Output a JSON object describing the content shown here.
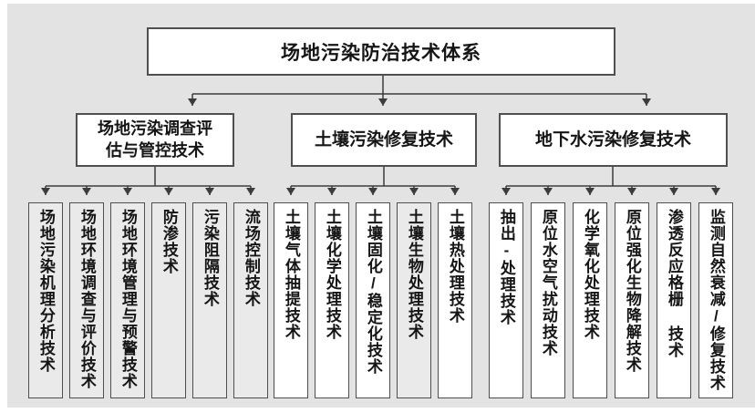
{
  "tree": {
    "root_label": "场地污染防治技术体系",
    "groups": [
      {
        "parent_lines": [
          "场地污染调查评",
          "估与管控技术"
        ],
        "leaves": [
          "场地污染机理分析技术",
          "场地环境调查与评价技术",
          "场地环境管理与预警技术",
          "防渗技术",
          "污染阻隔技术",
          "流场控制技术"
        ]
      },
      {
        "parent_lines": [
          "土壤污染修复技术"
        ],
        "leaves": [
          "土壤气体抽提技术",
          "土壤化学处理技术",
          "土壤固化/稳定化技术",
          "土壤生物处理技术",
          "土壤热处理技术"
        ]
      },
      {
        "parent_lines": [
          "地下水污染修复技术"
        ],
        "leaves": [
          "抽出-处理技术",
          "原位水空气扰动技术",
          "化学氧化处理技术",
          "原位强化生物降解技术",
          "渗透反应格栅 技术",
          "监测自然衰减/修复技术"
        ]
      }
    ]
  },
  "colors": {
    "background": "#e3e3e3",
    "box_fill": "#ffffff",
    "leaf_gray_fill": "#eaeaea",
    "border": "#4f4f4f",
    "connector_line": "#3c3c3c",
    "text": "#151515"
  }
}
